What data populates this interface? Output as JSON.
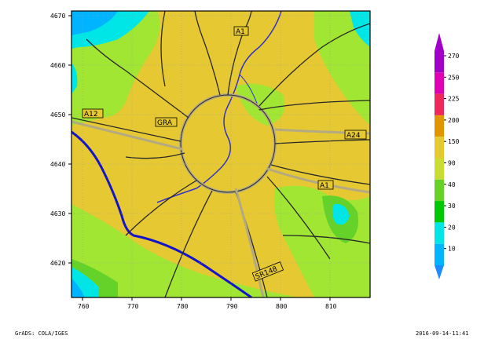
{
  "footer": {
    "left": "GrADS: COLA/IGES",
    "right": "2016-09-14-11:41"
  },
  "map": {
    "x_ticks": [
      "760",
      "770",
      "780",
      "790",
      "800",
      "810"
    ],
    "y_ticks": [
      "4670",
      "4660",
      "4650",
      "4640",
      "4630",
      "4620"
    ],
    "road_labels": [
      "A1",
      "A12",
      "GRA",
      "A24",
      "A1",
      "SR148"
    ]
  },
  "legend": {
    "labels": [
      "270",
      "250",
      "225",
      "200",
      "150",
      "90",
      "40",
      "30",
      "20",
      "10"
    ],
    "colors": [
      "#a000c8",
      "#e000b4",
      "#f0285a",
      "#e19600",
      "#e6c832",
      "#c8dc32",
      "#64d228",
      "#00c800",
      "#00e6e6",
      "#00b4ff"
    ],
    "arrow_top_color": "#a000c8",
    "arrow_bottom_color": "#1e8cff"
  },
  "colors": {
    "yellow": "#e6c832",
    "lime": "#a0e632",
    "green": "#64d228",
    "cyan": "#00e6e6",
    "sky": "#00b4ff",
    "coast": "#1414c8",
    "river": "#3232c8",
    "road": "#282828"
  }
}
